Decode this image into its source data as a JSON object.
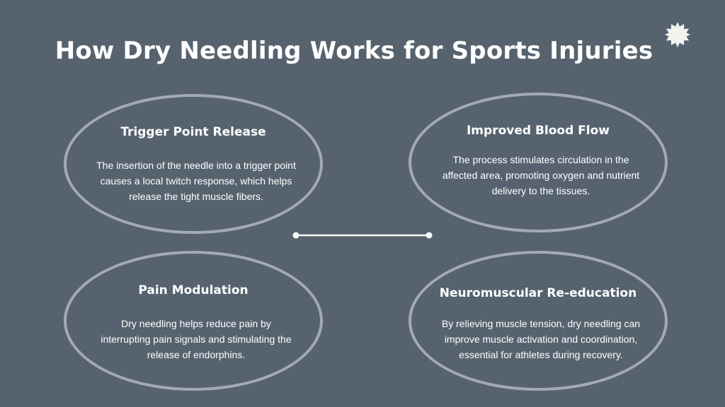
{
  "title": "How Dry Needling Works for Sports Injuries",
  "colors": {
    "background": "#56636f",
    "ellipse_border": "#a3aab2",
    "text": "#ffffff"
  },
  "decoration": {
    "top_right": "sunburst-icon",
    "center": "connector-line"
  },
  "cards": [
    {
      "heading": "Trigger Point Release",
      "lines": [
        "The insertion of the needle into a trigger point",
        "causes a local twitch response, which helps",
        "release the tight muscle fibers."
      ]
    },
    {
      "heading": "Improved Blood Flow",
      "lines": [
        "The process stimulates circulation in the",
        "affected area, promoting oxygen and nutrient",
        "delivery to the tissues."
      ]
    },
    {
      "heading": "Pain Modulation",
      "lines": [
        "Dry needling helps reduce pain by",
        "interrupting pain signals and stimulating the",
        "release of endorphins."
      ]
    },
    {
      "heading": "Neuromuscular Re-education",
      "lines": [
        "By relieving muscle tension, dry needling can",
        "improve muscle activation and coordination,",
        "essential for athletes during recovery."
      ]
    }
  ]
}
